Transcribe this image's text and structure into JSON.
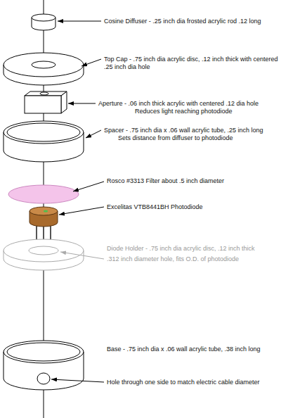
{
  "diagram": {
    "labels": [
      "Cosine Diffuser - .25 inch dia frosted acrylic rod .12 long",
      "Top Cap - .75 inch dia acrylic disc, .12 inch thick with centered .25 inch dia hole",
      "Aperture - .06 inch thick acrylic with centered .12 dia hole",
      "Reduces light reaching photodiode",
      "Spacer - .75 inch dia x .06 wall acrylic tube, .25 inch long",
      "Sets distance from diffuser to photodiode",
      "Rosco #3313 Filter about .5 inch diameter",
      "Excelitas VTB8441BH Photodiode",
      "Diode Holder - .75 inch dia acrylic disc, .12 inch thick",
      ".312 inch diameter hole, fits O.D. of photodiode",
      "Base - .75 inch dia x .06 wall acrylic tube, .38 inch long",
      "Hole through one side to match electric cable diameter"
    ]
  }
}
